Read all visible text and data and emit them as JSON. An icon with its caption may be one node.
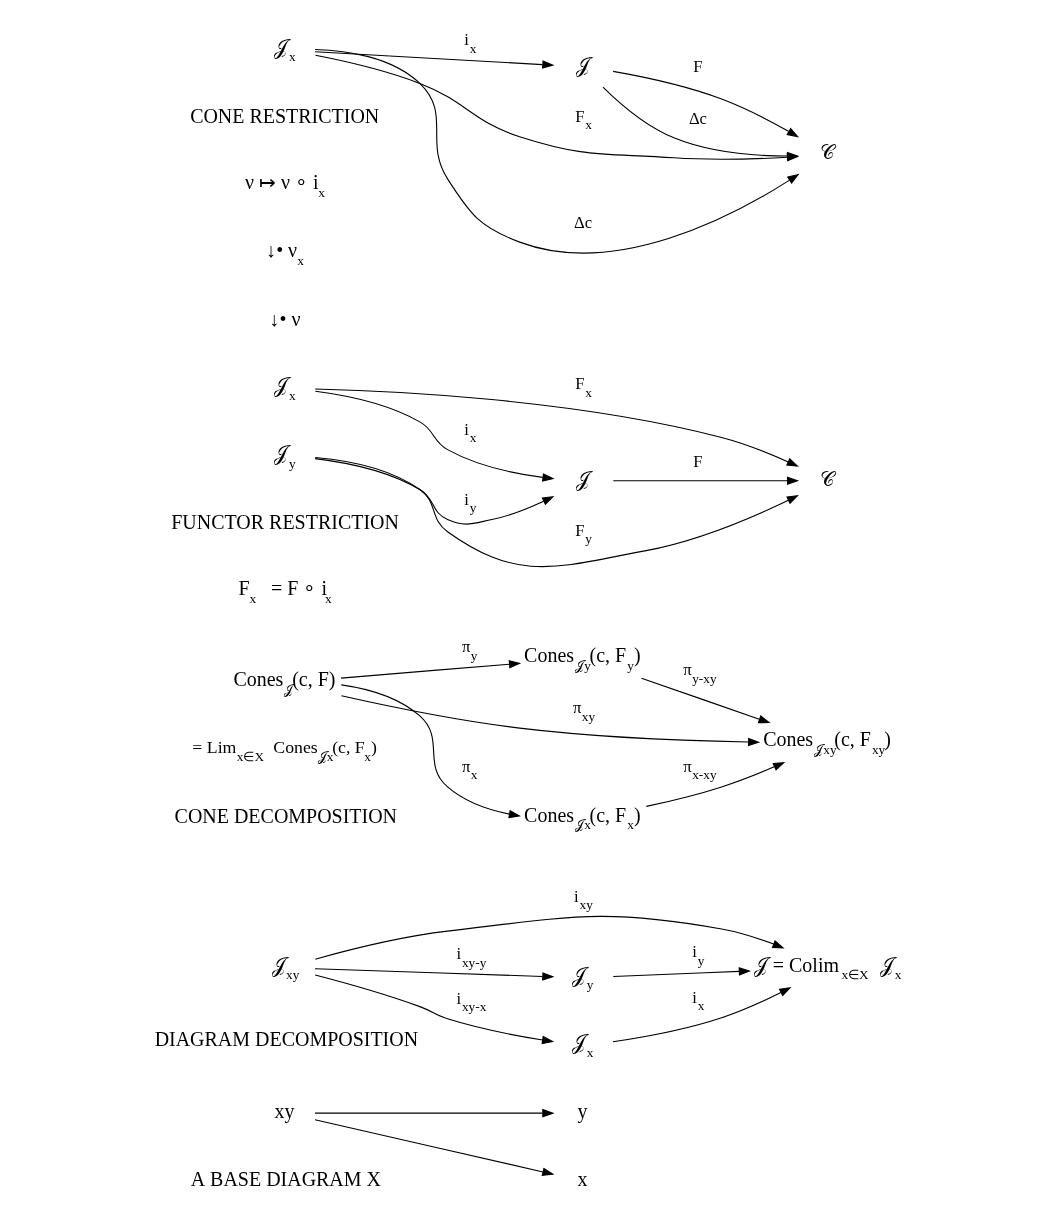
{
  "diagram": {
    "nodes": [
      {
        "text": [
          "xy"
        ]
      },
      {
        "text": [
          "x"
        ]
      },
      {
        "text": [
          "y"
        ]
      },
      {
        "text": [
          "𝒥$_{xy}$"
        ]
      },
      {
        "text": [
          "𝒥$_{x}$"
        ]
      },
      {
        "text": [
          "𝒥$_{y}$"
        ]
      },
      {
        "text": [
          "𝒥 = Colim$_{x∈X}$ 𝒥$_{x}$"
        ]
      },
      {
        "text": [
          "Cones$_{𝒥x}$(c, F$_{x}$)"
        ]
      },
      {
        "text": [
          "Cones$_{𝒥xy}$(c, F$_{xy}$)"
        ]
      },
      {
        "text": [
          "Cones$_{𝒥}$(c, F)"
        ],
        "beside": [
          "= Lim$_{x∈X}$ Cones$_{𝒥x}$(c, F$_{x}$)"
        ]
      },
      {
        "text": [
          "Cones$_{𝒥y}$(c, F$_{y}$)"
        ]
      },
      {
        "text": [
          "𝒥$_{x}$"
        ]
      },
      {
        "text": [
          "𝒥"
        ]
      },
      {
        "text": [
          "𝒥$_{y}$"
        ]
      },
      {
        "text": [
          "𝒞"
        ]
      },
      {
        "text": [
          "𝒥$_{x}$"
        ]
      },
      {
        "text": [
          "𝒞"
        ]
      },
      {
        "text": [
          "𝒥"
        ]
      }
    ],
    "edges": [
      {
        "from": 0,
        "to": 1,
        "arrow": "to"
      },
      {
        "from": 0,
        "to": 2,
        "arrow": "to"
      },
      {
        "from": 3,
        "to": 4,
        "arrow": "to",
        "label": "i$_{xy-x}$"
      },
      {
        "from": 4,
        "to": 6,
        "arrow": "to",
        "label": "i$_{x}$"
      },
      {
        "from": 3,
        "to": 6,
        "arrow": "to",
        "label": "i$_{xy}$"
      },
      {
        "from": 3,
        "to": 5,
        "arrow": "to",
        "label": "i$_{xy-y}$"
      },
      {
        "from": 5,
        "to": 6,
        "arrow": "to",
        "label": "i$_{y}$"
      },
      {
        "from": 9,
        "to": 7,
        "arrow": "to",
        "label": "π$_{x}$"
      },
      {
        "from": 7,
        "to": 8,
        "arrow": "to",
        "label": "π$_{x-xy}$"
      },
      {
        "from": 9,
        "to": 8,
        "arrow": "to",
        "label": "π$_{xy}$"
      },
      {
        "from": 9,
        "to": 10,
        "arrow": "to",
        "label": "π$_{y}$"
      },
      {
        "from": 10,
        "to": 8,
        "arrow": "to",
        "label": "π$_{y-xy}$"
      },
      {
        "from": 11,
        "to": 12,
        "arrow": "to",
        "label": "i$_{x}$"
      },
      {
        "from": 12,
        "to": 14,
        "arrow": "to",
        "label": "F"
      },
      {
        "from": 13,
        "to": 12,
        "arrow": "to",
        "label": "i$_{y}$"
      },
      {
        "from": 11,
        "to": 14,
        "arrow": "to",
        "label": "F$_{x}$"
      },
      {
        "from": 13,
        "to": 14,
        "arrow": "to",
        "label": "F$_{y}$"
      },
      {
        "from": 15,
        "to": 16,
        "arrow": "to",
        "label": "Δc"
      },
      {
        "from": 15,
        "to": 16,
        "arrow": "to",
        "label": "F$_{x}$"
      },
      {
        "from": 15,
        "to": 17,
        "arrow": "to",
        "label": "i$_{x}$"
      },
      {
        "from": 17,
        "to": 16,
        "arrow": "to",
        "label": "Δc"
      },
      {
        "from": 17,
        "to": 16,
        "arrow": "to",
        "label": "F"
      }
    ],
    "labels": [
      "A BASE DIAGRAM X",
      "DIAGRAM DECOMPOSITION",
      "CONE DECOMPOSITION",
      "FUNCTOR RESTRICTION",
      "F$_{x}$ = F ∘ i$_{x}$",
      "CONE RESTRICTION",
      "ν ↦ ν ∘ i$_{x}$",
      "↓• ν$_{x}$",
      "↓• ν"
    ]
  }
}
